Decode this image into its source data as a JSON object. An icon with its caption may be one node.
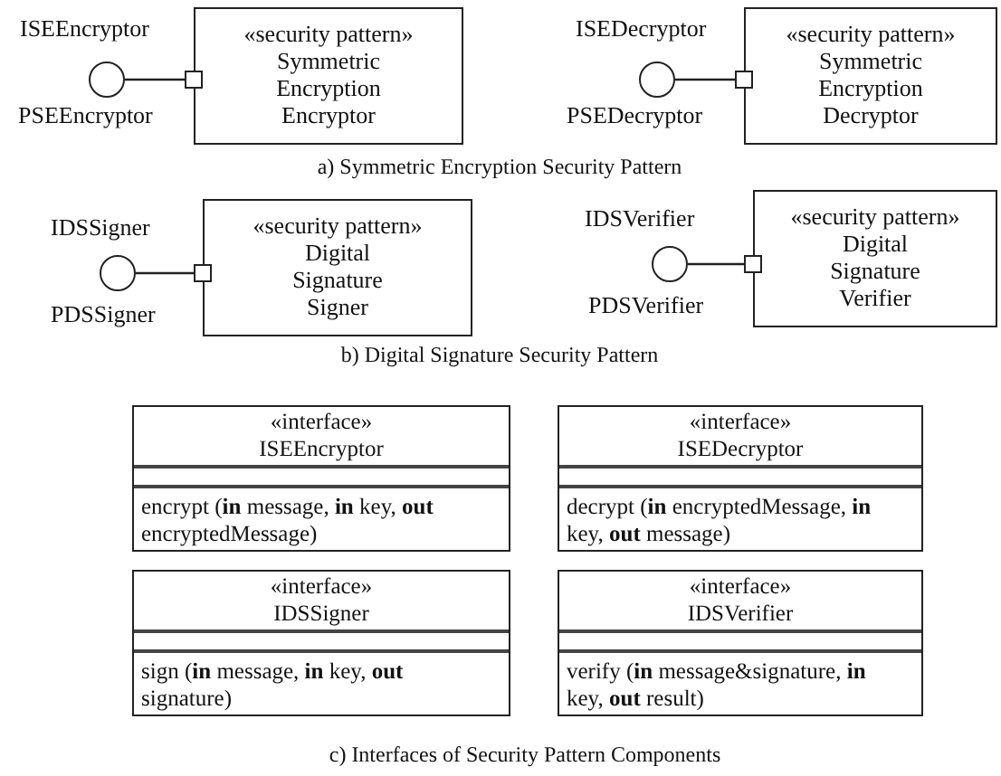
{
  "diagram": {
    "nodes": [
      {
        "text": [],
        "shape": "circle",
        "beside": [
          "ISEEncryptor",
          "PSEEncryptor"
        ]
      },
      {
        "text": [],
        "shape": "box"
      },
      {
        "text": [
          "«security pattern»",
          "Symmetric Encryption Encryptor"
        ]
      },
      {
        "text": [],
        "shape": "circle",
        "beside": [
          "ISEDecryptor",
          "PSEDecryptor"
        ]
      },
      {
        "text": [],
        "shape": "box"
      },
      {
        "text": [
          "«security pattern»",
          "Symmetric Encryption Decryptor"
        ]
      },
      {
        "text": [],
        "shape": "circle",
        "beside": [
          "IDSSigner",
          "PDSSigner"
        ]
      },
      {
        "text": [],
        "shape": "box"
      },
      {
        "text": [
          "«security pattern»",
          "Digital Signature Signer"
        ]
      },
      {
        "text": [],
        "shape": "circle",
        "beside": [
          "IDSVerifier",
          "PDSVerifier"
        ]
      },
      {
        "text": [],
        "shape": "box"
      },
      {
        "text": [
          "«security pattern»",
          "Digital Signature Verifier"
        ]
      },
      {
        "text": [
          "«interface»",
          "ISEEncryptor",
          "encrypt (**in** message, **in** key, **out** encryptedMessage)"
        ]
      },
      {
        "text": [
          "«interface»",
          "ISEDecryptor",
          "decrypt (**in** encryptedMessage, **in** key, **out** message)"
        ]
      },
      {
        "text": [
          "«interface»",
          "IDSSigner",
          "sign (**in** message, **in** key, **out** signature)"
        ]
      },
      {
        "text": [
          "«interface»",
          "IDSVerifier",
          "verify (**in** message&signature, **in** key, **out** result)"
        ]
      }
    ],
    "edges": [
      {
        "from": 0,
        "to": 1,
        "arrow": "none"
      },
      {
        "from": 3,
        "to": 4,
        "arrow": "none"
      },
      {
        "from": 6,
        "to": 7,
        "arrow": "none"
      },
      {
        "from": 9,
        "to": 10,
        "arrow": "none"
      }
    ],
    "labels": [
      "a) Symmetric Encryption Security Pattern",
      "b) Digital Signature Security Pattern",
      "c) Interfaces of Security Pattern Components"
    ]
  }
}
